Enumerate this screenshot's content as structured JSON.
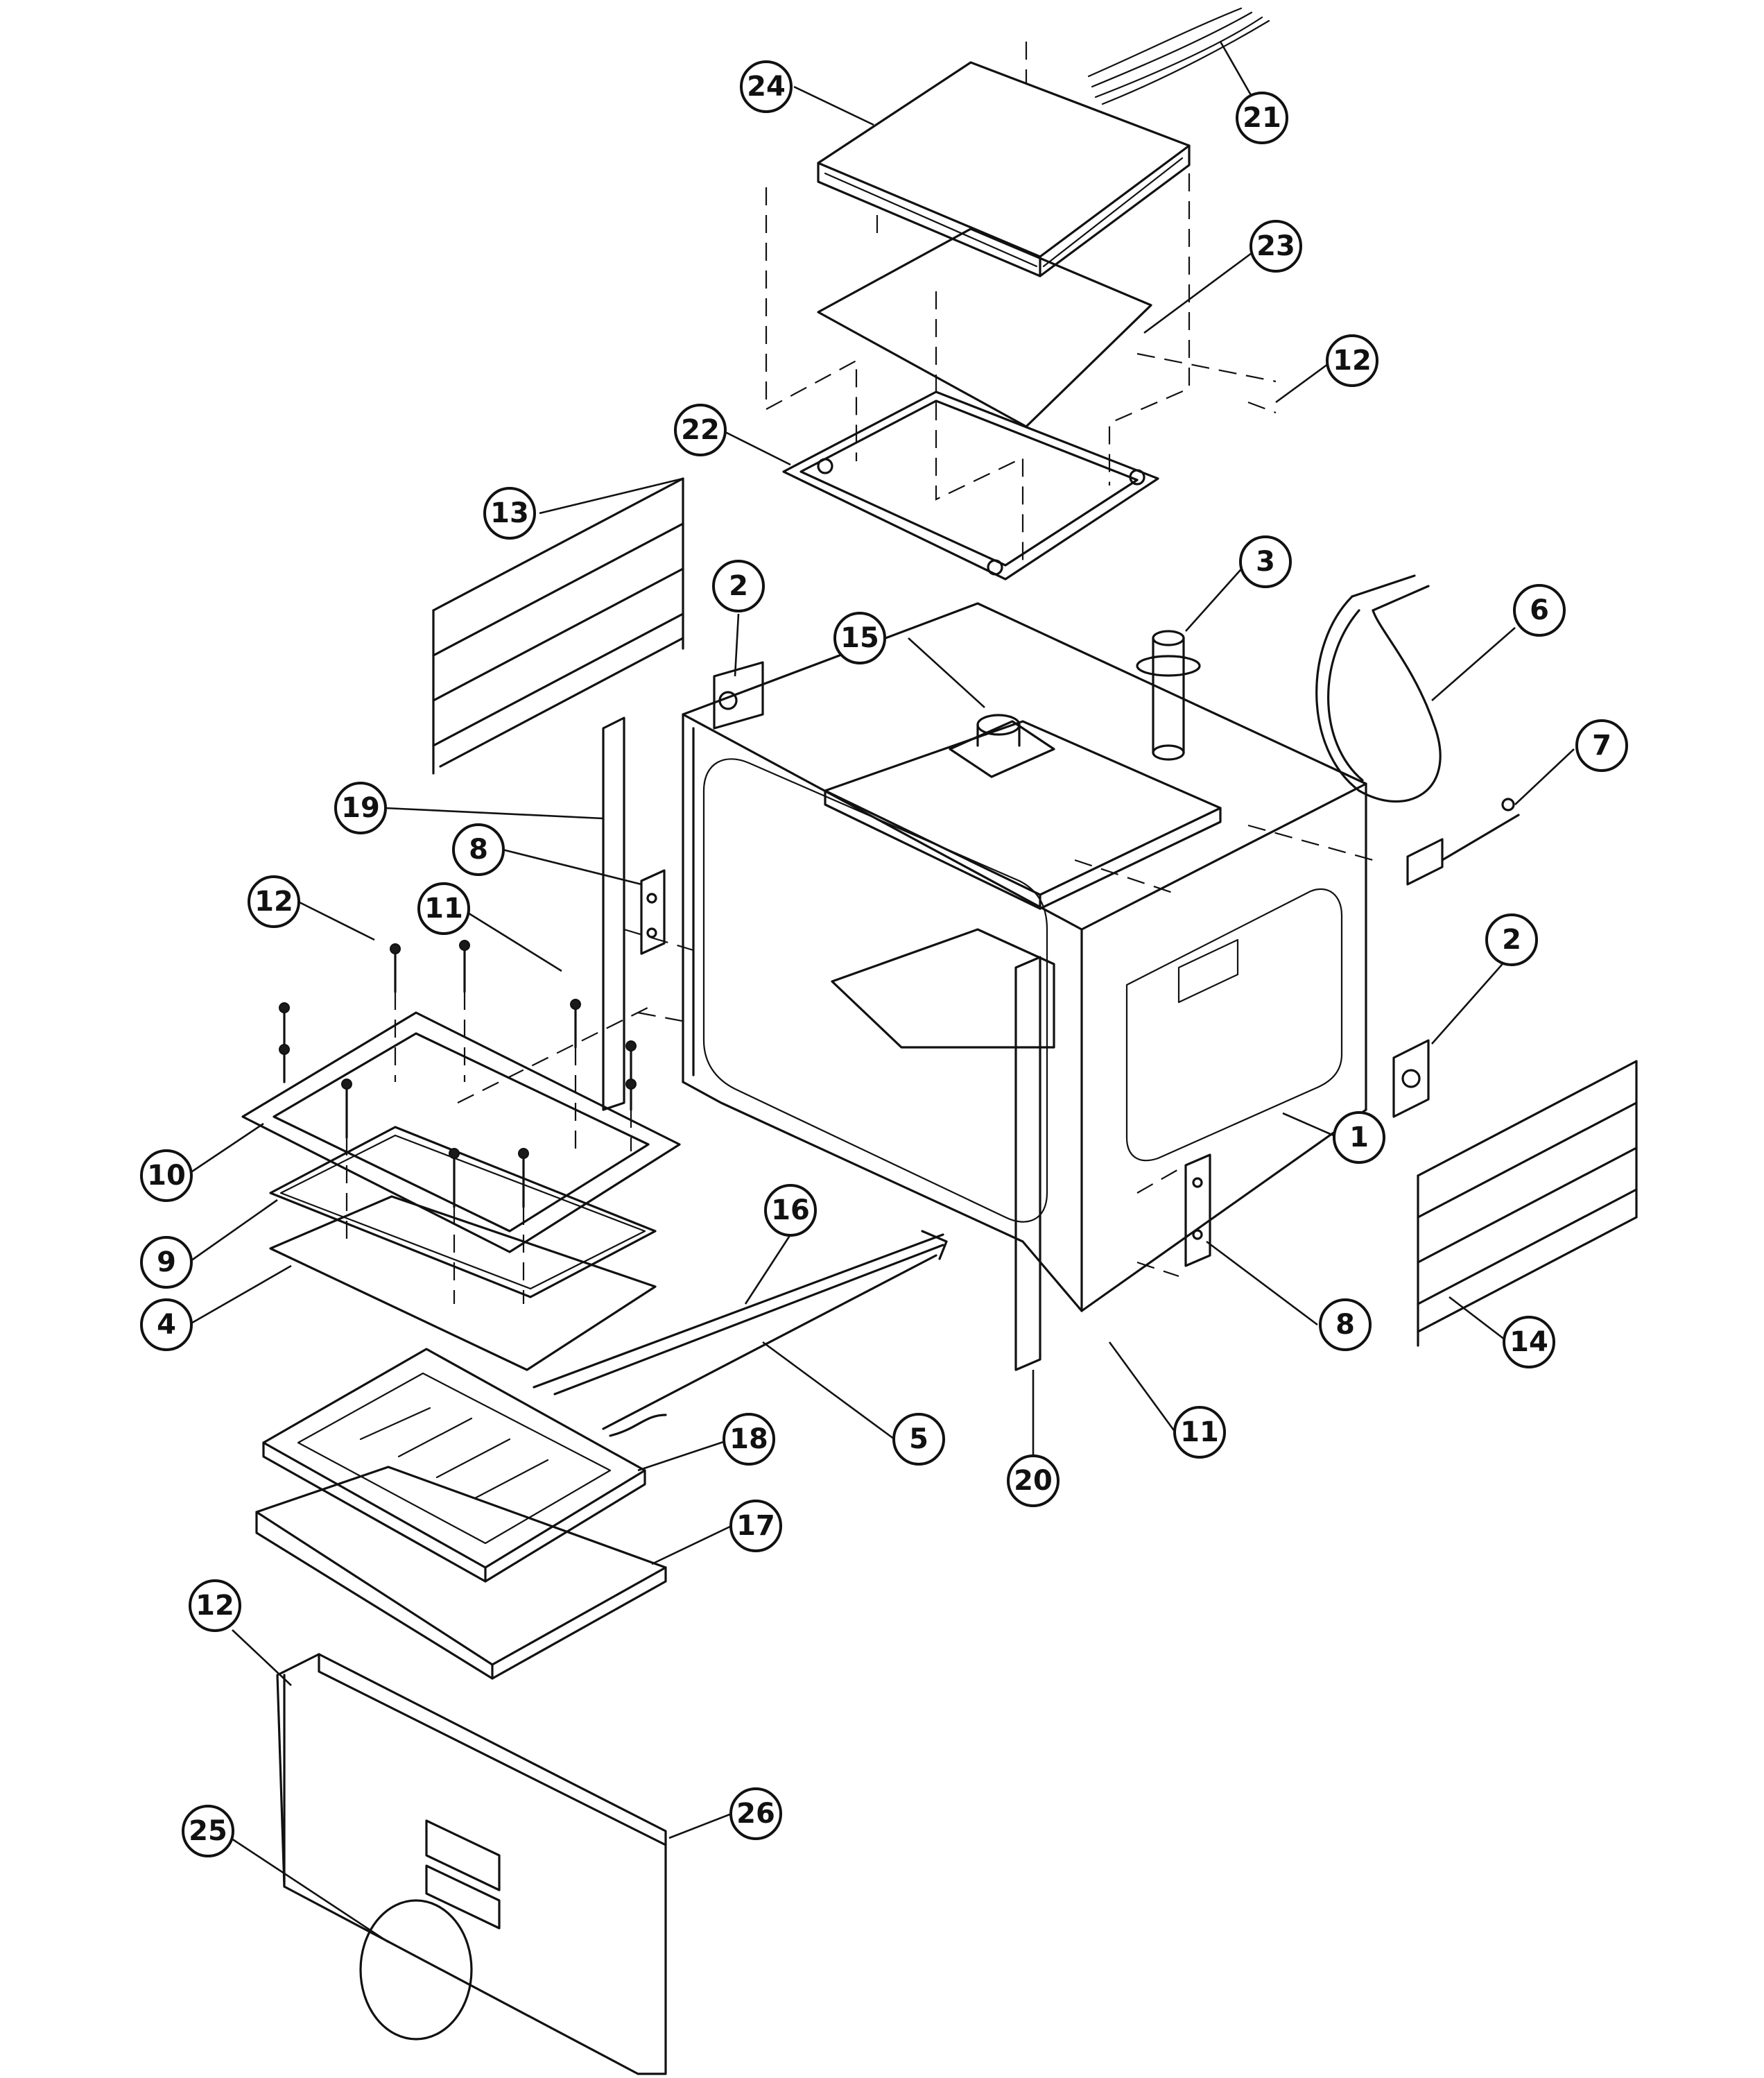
{
  "callouts": [
    {
      "label": "1"
    },
    {
      "label": "2"
    },
    {
      "label": "2"
    },
    {
      "label": "3"
    },
    {
      "label": "4"
    },
    {
      "label": "5"
    },
    {
      "label": "6"
    },
    {
      "label": "7"
    },
    {
      "label": "8"
    },
    {
      "label": "8"
    },
    {
      "label": "9"
    },
    {
      "label": "10"
    },
    {
      "label": "11"
    },
    {
      "label": "11"
    },
    {
      "label": "12"
    },
    {
      "label": "12"
    },
    {
      "label": "12"
    },
    {
      "label": "13"
    },
    {
      "label": "14"
    },
    {
      "label": "15"
    },
    {
      "label": "16"
    },
    {
      "label": "17"
    },
    {
      "label": "18"
    },
    {
      "label": "19"
    },
    {
      "label": "20"
    },
    {
      "label": "21"
    },
    {
      "label": "22"
    },
    {
      "label": "23"
    },
    {
      "label": "24"
    },
    {
      "label": "25"
    },
    {
      "label": "26"
    }
  ]
}
